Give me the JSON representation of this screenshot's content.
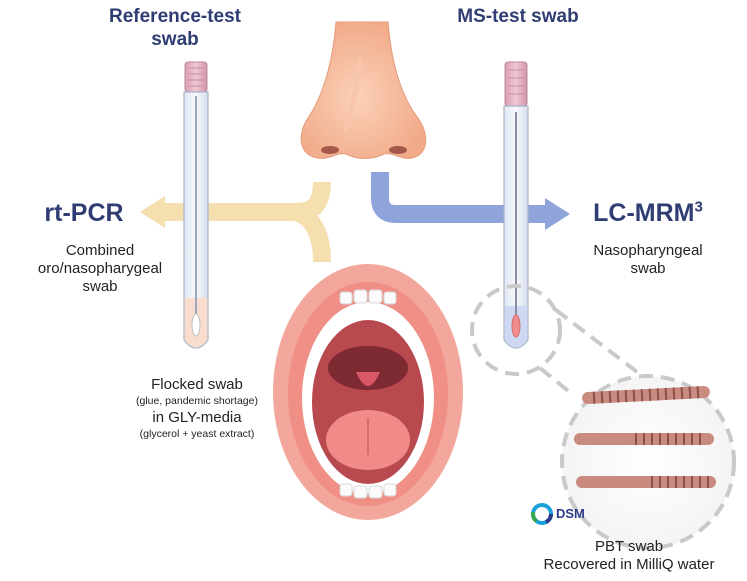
{
  "headers": {
    "reference_line1": "Reference-test",
    "reference_line2": "swab",
    "ms": "MS-test swab"
  },
  "left_method": {
    "title": "rt-PCR",
    "desc_line1": "Combined",
    "desc_line2": "oro/nasopharygeal",
    "desc_line3": "swab"
  },
  "right_method": {
    "title_main": "LC-MRM",
    "title_sup": "3",
    "desc_line1": "Nasopharyngeal",
    "desc_line2": "swab"
  },
  "flocked": {
    "line1": "Flocked swab",
    "note1": "(glue, pandemic shortage)",
    "line2": "in GLY-media",
    "note2": "(glycerol + yeast extract)"
  },
  "dsm": {
    "logo": "DSM"
  },
  "pbt": {
    "line1": "PBT swab",
    "line2": "Recovered in MilliQ water"
  },
  "colors": {
    "heading": "#2f3d73",
    "left_arrow": "#f5dfae",
    "right_arrow": "#8ea4da",
    "tube_cap": "#e6b9c8",
    "skin": "#f5b99c",
    "lip": "#ef8f86"
  }
}
